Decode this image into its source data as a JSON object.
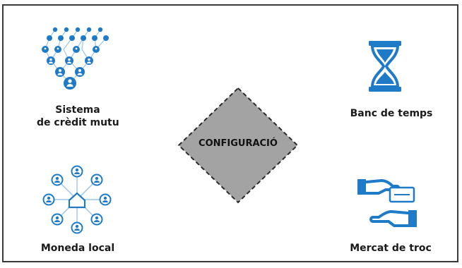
{
  "center": {
    "label": "CONFIGURACIÓ"
  },
  "items": {
    "credit": {
      "line1": "Sistema",
      "line2": "de crèdit mutu",
      "icon": "network-people-icon"
    },
    "time": {
      "label": "Banc de temps",
      "icon": "hourglass-icon"
    },
    "currency": {
      "label": "Moneda local",
      "icon": "local-network-icon"
    },
    "barter": {
      "label": "Mercat de troc",
      "icon": "hands-exchange-icon"
    }
  },
  "colors": {
    "accent": "#1f7ac8",
    "diamond": "#a3a3a3",
    "frame": "#3a3a3a"
  }
}
